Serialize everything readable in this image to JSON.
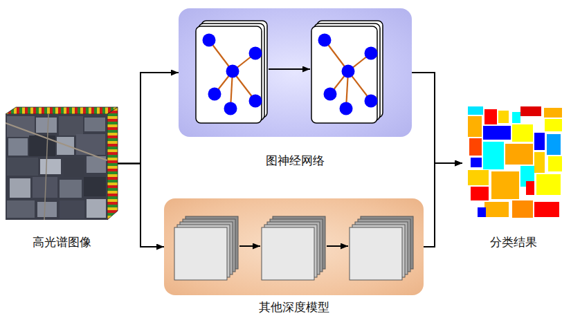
{
  "diagram": {
    "nodes": [
      {
        "text": [
          "高光谱图像"
        ]
      },
      {
        "text": [
          "图神经网络"
        ]
      },
      {
        "text": [
          "其他深度模型"
        ]
      },
      {
        "text": [
          "分类结果"
        ]
      }
    ],
    "edges": [
      {
        "from": 0,
        "to": 1,
        "arrow": "to"
      },
      {
        "from": 0,
        "to": 2,
        "arrow": "to"
      },
      {
        "from": 1,
        "to": 3,
        "arrow": "to"
      },
      {
        "from": 2,
        "to": 3,
        "arrow": "to"
      }
    ]
  }
}
